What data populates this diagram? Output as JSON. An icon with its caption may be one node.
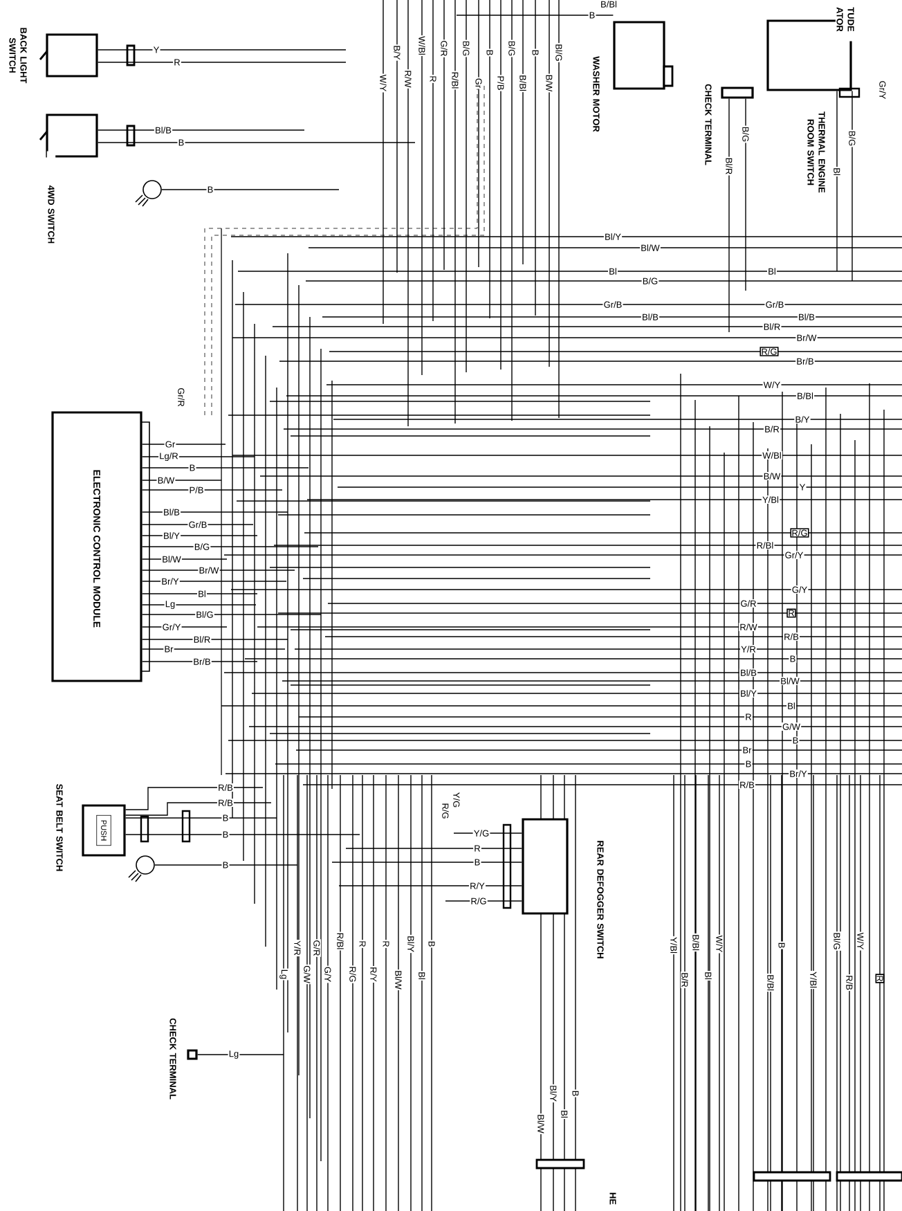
{
  "diagram": {
    "nodes": [
      {
        "text": [
          "BACK LIGHT SWITCH"
        ]
      },
      {
        "text": [
          "4WD SWITCH"
        ]
      },
      {
        "text": [],
        "shape": "circle"
      },
      {
        "text": [
          "WASHER MOTOR"
        ]
      },
      {
        "text": [
          "CHECK TERMINAL"
        ]
      },
      {
        "text": [
          "THERMAL ENGINE ROOM SWITCH"
        ]
      },
      {
        "text": [
          "ELECTRONIC CONTROL MODULE"
        ]
      },
      {
        "text": [
          "SEAT BELT SWITCH",
          "PUSH"
        ]
      },
      {
        "text": [],
        "shape": "circle"
      },
      {
        "text": [
          "REAR DEFOGGER SWITCH"
        ]
      },
      {
        "text": [
          "CHECK TERMINAL"
        ]
      }
    ],
    "edges": [
      {
        "from": 0,
        "to": null,
        "arrow": "none",
        "label": "Y"
      },
      {
        "from": 0,
        "to": null,
        "arrow": "none",
        "label": "R"
      },
      {
        "from": 1,
        "to": null,
        "arrow": "none",
        "label": "Bl/B"
      },
      {
        "from": 1,
        "to": null,
        "arrow": "none",
        "label": "B"
      },
      {
        "from": 2,
        "to": null,
        "arrow": "none",
        "label": "B"
      },
      {
        "from": 3,
        "to": null,
        "arrow": "none",
        "label": "B"
      },
      {
        "from": 4,
        "to": null,
        "arrow": "none",
        "label": "B/G"
      },
      {
        "from": 4,
        "to": null,
        "arrow": "none",
        "label": "Bl/R"
      },
      {
        "from": 5,
        "to": null,
        "arrow": "none",
        "label": "Bl"
      },
      {
        "from": 5,
        "to": null,
        "arrow": "none",
        "label": "B/G"
      },
      {
        "from": 6,
        "to": null,
        "arrow": "none",
        "label": "Gr"
      },
      {
        "from": 6,
        "to": null,
        "arrow": "none",
        "label": "Lg/R"
      },
      {
        "from": 6,
        "to": null,
        "arrow": "none",
        "label": "B"
      },
      {
        "from": 6,
        "to": null,
        "arrow": "none",
        "label": "B/W"
      },
      {
        "from": 6,
        "to": null,
        "arrow": "none",
        "label": "P/B"
      },
      {
        "from": 6,
        "to": null,
        "arrow": "none",
        "label": "Bl/B"
      },
      {
        "from": 6,
        "to": null,
        "arrow": "none",
        "label": "Gr/B"
      },
      {
        "from": 6,
        "to": null,
        "arrow": "none",
        "label": "Bl/Y"
      },
      {
        "from": 6,
        "to": null,
        "arrow": "none",
        "label": "B/G"
      },
      {
        "from": 6,
        "to": null,
        "arrow": "none",
        "label": "Bl/W"
      },
      {
        "from": 6,
        "to": null,
        "arrow": "none",
        "label": "Br/W"
      },
      {
        "from": 6,
        "to": null,
        "arrow": "none",
        "label": "Br/Y"
      },
      {
        "from": 6,
        "to": null,
        "arrow": "none",
        "label": "Bl"
      },
      {
        "from": 6,
        "to": null,
        "arrow": "none",
        "label": "Lg"
      },
      {
        "from": 6,
        "to": null,
        "arrow": "none",
        "label": "Bl/G"
      },
      {
        "from": 6,
        "to": null,
        "arrow": "none",
        "label": "Gr/Y"
      },
      {
        "from": 6,
        "to": null,
        "arrow": "none",
        "label": "Bl/R"
      },
      {
        "from": 6,
        "to": null,
        "arrow": "none",
        "label": "Br"
      },
      {
        "from": 6,
        "to": null,
        "arrow": "none",
        "label": "Br/B"
      },
      {
        "from": 7,
        "to": null,
        "arrow": "none",
        "label": "R/B"
      },
      {
        "from": 7,
        "to": null,
        "arrow": "none",
        "label": "R/B"
      },
      {
        "from": 7,
        "to": null,
        "arrow": "none",
        "label": "B"
      },
      {
        "from": 7,
        "to": null,
        "arrow": "none",
        "label": "B"
      },
      {
        "from": 8,
        "to": null,
        "arrow": "none",
        "label": "B"
      },
      {
        "from": 9,
        "to": null,
        "arrow": "none",
        "label": "Y/G"
      },
      {
        "from": 9,
        "to": null,
        "arrow": "none",
        "label": "R"
      },
      {
        "from": 9,
        "to": null,
        "arrow": "none",
        "label": "B"
      },
      {
        "from": 9,
        "to": null,
        "arrow": "none",
        "label": "R/Y"
      },
      {
        "from": 9,
        "to": null,
        "arrow": "none",
        "label": "R/G"
      },
      {
        "from": 10,
        "to": null,
        "arrow": "none",
        "label": "Lg"
      }
    ],
    "labels": [
      "B/Bl",
      "B/Y",
      "W/Y",
      "W/Bl",
      "R/W",
      "G/R",
      "R",
      "B/G",
      "R/Bl",
      "Gr",
      "B",
      "P/B",
      "B/G",
      "B/Bl",
      "B",
      "B/W",
      "Bl/G",
      "TUDE ATOR",
      "Gr/Y",
      "Gr/R",
      "Bl/Y",
      "Bl/W",
      "Bl",
      "Bl",
      "B/G",
      "Gr/B",
      "Gr/B",
      "Bl/B",
      "Bl/B",
      "Bl/R",
      "Br/W",
      "R/G",
      "Br/B",
      "W/Y",
      "B/Bl",
      "B/Y",
      "B/R",
      "W/Bl",
      "B/W",
      "Y",
      "Y/Bl",
      "R/G",
      "R/Bl",
      "Gr/Y",
      "G/Y",
      "G/R",
      "R",
      "R/W",
      "R/B",
      "Y/R",
      "B",
      "Bl/B",
      "Bl/W",
      "Bl/Y",
      "Bl",
      "R",
      "G/W",
      "B",
      "Br",
      "B",
      "Br/Y",
      "R/B",
      "Y/G",
      "R/G",
      "Y/R",
      "Lg",
      "G/R",
      "G/W",
      "R/Bl",
      "G/Y",
      "R",
      "R/G",
      "R",
      "R/Y",
      "Bl/Y",
      "Bl/W",
      "B",
      "Bl",
      "Y/Bl",
      "B/R",
      "B/Bl",
      "Bl",
      "W/Y",
      "B",
      "B/Bl",
      "Y/Bl",
      "Bl/G",
      "R/B",
      "W/Y",
      "R",
      "Bl/Y",
      "Bl/W",
      "B",
      "Bl",
      "HE"
    ]
  }
}
